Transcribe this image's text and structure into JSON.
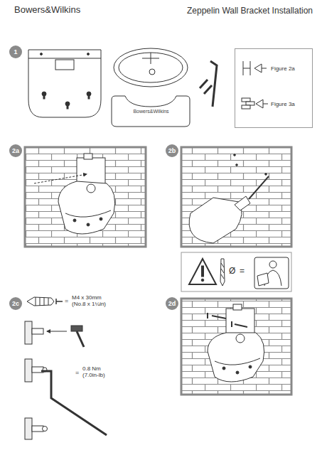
{
  "diagram": {
    "title": "Zeppelin Wall Bracket Installation",
    "nodes": [
      {
        "text": [
          "1"
        ]
      },
      {
        "text": [
          "Figure 2a",
          "Figure 3a"
        ]
      },
      {
        "text": [
          "2a"
        ]
      },
      {
        "text": [
          "2b"
        ]
      },
      {
        "text": [
          "2c"
        ]
      },
      {
        "text": [
          "2d"
        ]
      }
    ],
    "labels": [
      "Bowers&Wilkins",
      "Bowers&Wilkins",
      "Ø",
      "=",
      "=",
      "M4 x 30mm (No.8 x 1¼in)",
      "=",
      "0.8 Nm (7.0in-lb)"
    ]
  }
}
